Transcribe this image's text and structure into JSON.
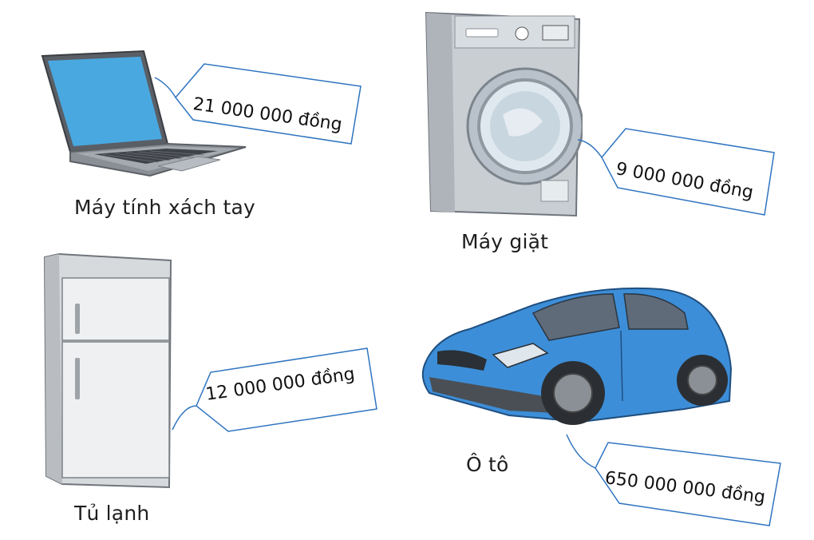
{
  "items": [
    {
      "name": "Máy tính xách tay",
      "price": "21 000 000 đồng"
    },
    {
      "name": "Máy giặt",
      "price": "9 000 000 đồng"
    },
    {
      "name": "Tủ lạnh",
      "price": "12 000 000 đồng"
    },
    {
      "name": "Ô tô",
      "price": "650 000 000 đồng"
    }
  ],
  "colors": {
    "tag_border": "#2f74c0",
    "car_body": "#3d8ed8",
    "laptop_screen": "#4aa8e0"
  }
}
